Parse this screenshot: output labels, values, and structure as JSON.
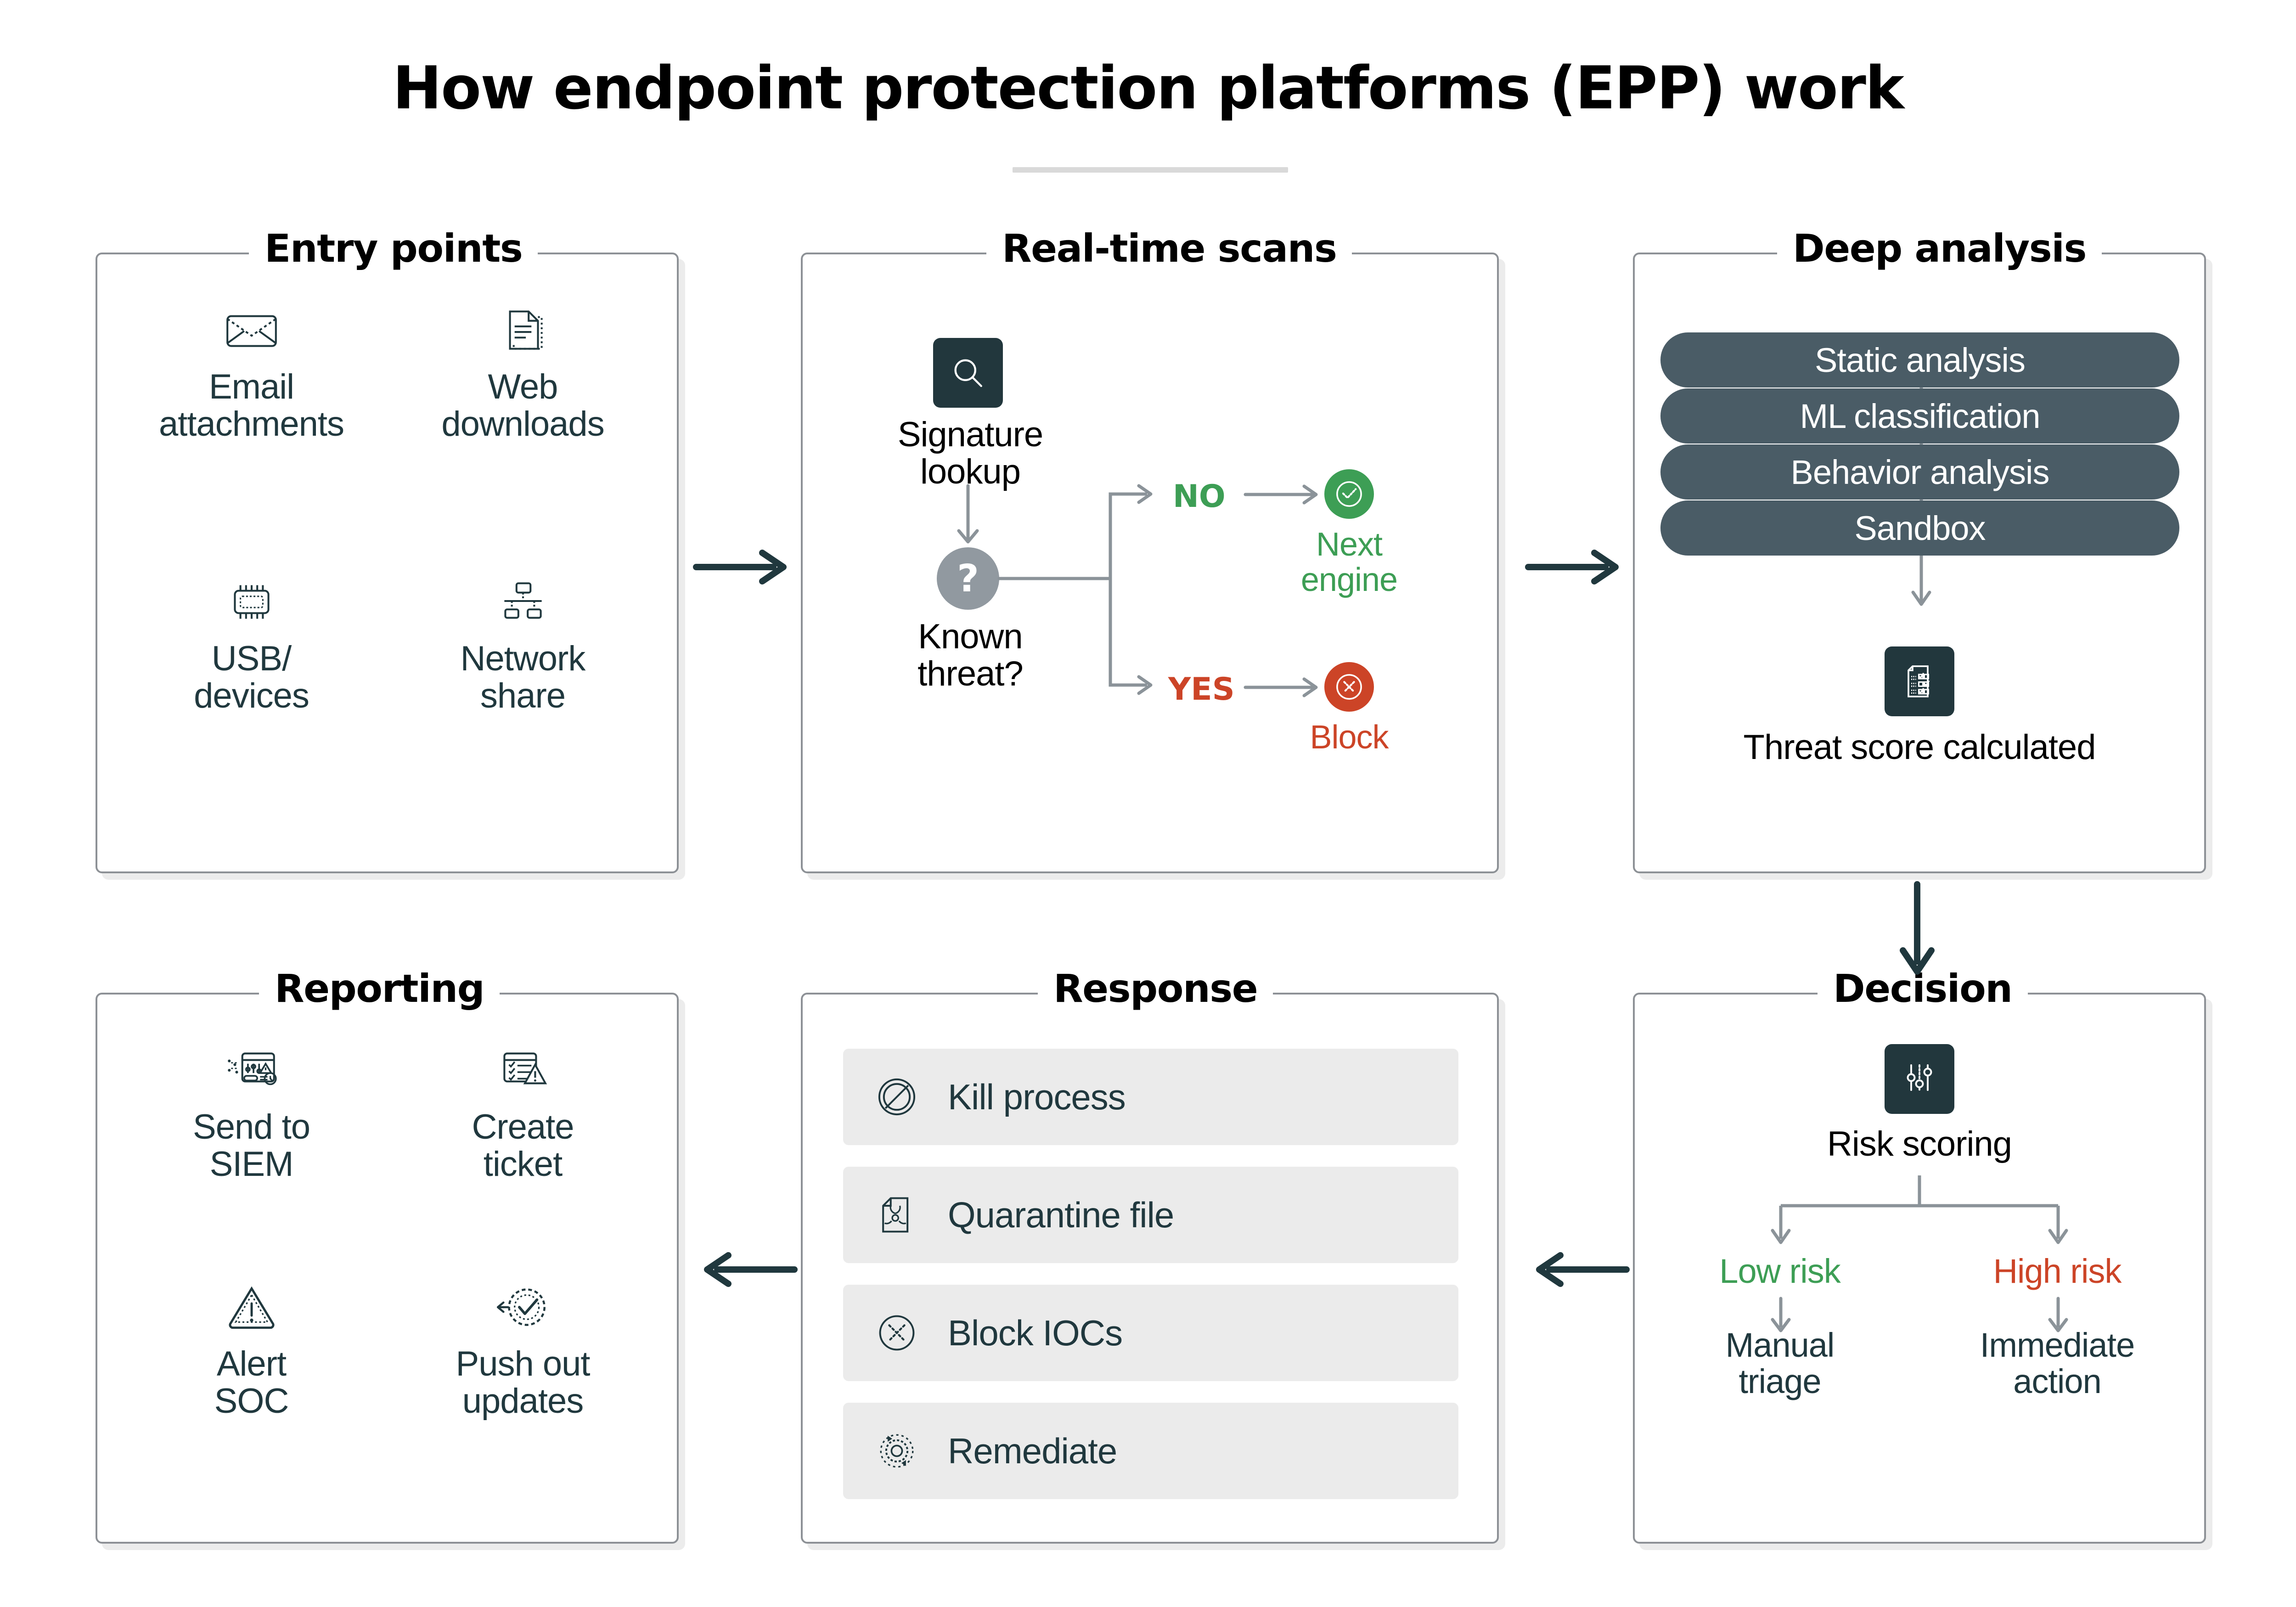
{
  "title": "How endpoint protection platforms (EPP) work",
  "colors": {
    "green": "#3d9e55",
    "red": "#cc4427",
    "dark_tile": "#22373d",
    "pill": "#4a5c66",
    "gray_circle": "#9199a0",
    "flow_line": "#8b9399",
    "panel_border": "#8d9196",
    "row_bg": "#ebebeb",
    "text_dark": "#20383e"
  },
  "panels": {
    "entry": {
      "title": "Entry points",
      "items": [
        {
          "label": "Email\nattachments",
          "icon": "envelope-icon"
        },
        {
          "label": "Web\ndownloads",
          "icon": "documents-icon"
        },
        {
          "label": "USB/\ndevices",
          "icon": "chip-icon"
        },
        {
          "label": "Network\nshare",
          "icon": "network-share-icon"
        }
      ]
    },
    "scans": {
      "title": "Real-time scans",
      "signature_label": "Signature\nlookup",
      "signature_icon": "magnifier-icon",
      "decision_symbol": "?",
      "decision_label": "Known\nthreat?",
      "branches": [
        {
          "word": "NO",
          "icon": "check-circle-icon",
          "label": "Next\nengine",
          "color": "#3d9e55"
        },
        {
          "word": "YES",
          "icon": "x-circle-icon",
          "label": "Block",
          "color": "#cc4427"
        }
      ]
    },
    "deep": {
      "title": "Deep analysis",
      "stages": [
        "Static analysis",
        "ML classification",
        "Behavior analysis",
        "Sandbox"
      ],
      "result_icon": "scored-checklist-icon",
      "result_label": "Threat score calculated"
    },
    "decision": {
      "title": "Decision",
      "scoring_icon": "sliders-icon",
      "scoring_label": "Risk scoring",
      "branches": [
        {
          "word": "Low risk",
          "color": "#3d9e55",
          "outcome": "Manual\ntriage"
        },
        {
          "word": "High risk",
          "color": "#cc4427",
          "outcome": "Immediate\naction"
        }
      ]
    },
    "response": {
      "title": "Response",
      "actions": [
        {
          "label": "Kill process",
          "icon": "no-entry-icon"
        },
        {
          "label": "Quarantine file",
          "icon": "biohazard-file-icon"
        },
        {
          "label": "Block IOCs",
          "icon": "x-dotted-circle-icon"
        },
        {
          "label": "Remediate",
          "icon": "gear-refresh-icon"
        }
      ]
    },
    "reporting": {
      "title": "Reporting",
      "items": [
        {
          "label": "Send to\nSIEM",
          "icon": "dashboard-alert-icon"
        },
        {
          "label": "Create\nticket",
          "icon": "checklist-alert-icon"
        },
        {
          "label": "Alert\nSOC",
          "icon": "warning-triangle-icon"
        },
        {
          "label": "Push out\nupdates",
          "icon": "gear-check-icon"
        }
      ]
    }
  },
  "connectors": [
    {
      "name": "entry-to-scans",
      "direction": "right"
    },
    {
      "name": "scans-to-deep",
      "direction": "right"
    },
    {
      "name": "deep-to-decision",
      "direction": "down"
    },
    {
      "name": "decision-to-response",
      "direction": "left"
    },
    {
      "name": "response-to-reporting",
      "direction": "left"
    }
  ]
}
